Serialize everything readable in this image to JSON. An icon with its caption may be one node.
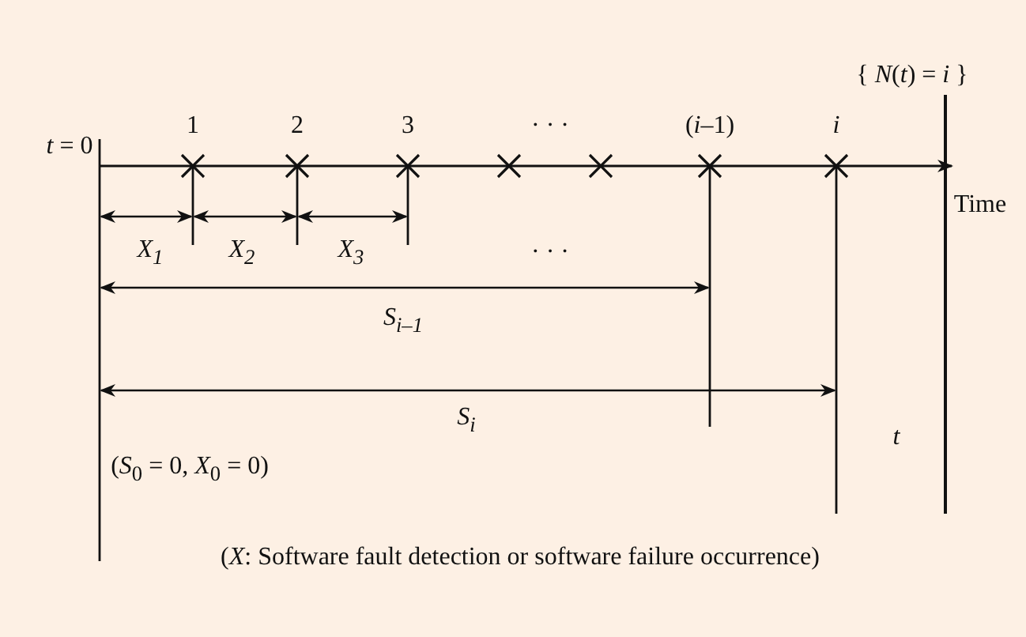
{
  "diagram": {
    "caption": "(*X*: Software fault detection or software failure occurrence)",
    "labels": [
      "{ *N*(*t*) = *i* }",
      "*t* = 0",
      "1",
      "2",
      "3",
      "· · ·",
      "(*i*–1)",
      "*i*",
      "Time",
      "X$_{1}$",
      "X$_{2}$",
      "X$_{3}$",
      "· · ·",
      "S$_{i–1}$",
      "S$_{i}$",
      "t",
      "(*S*$_{0}$ = 0, *X*$_{0}$ = 0)"
    ]
  }
}
